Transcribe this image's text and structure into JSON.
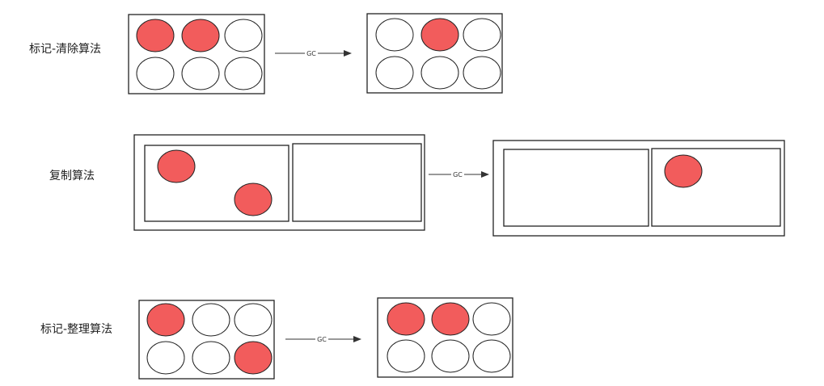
{
  "colors": {
    "live": "#f25c5c",
    "empty": "#ffffff",
    "stroke": "#222222",
    "arrow": "#333333"
  },
  "rows": [
    {
      "label": "标记-清除算法",
      "arrow_label": "GC",
      "before": {
        "kind": "grid",
        "cells": [
          true,
          true,
          false,
          false,
          false,
          false
        ]
      },
      "after": {
        "kind": "grid",
        "cells": [
          false,
          true,
          false,
          false,
          false,
          false
        ]
      }
    },
    {
      "label": "复制算法",
      "arrow_label": "GC",
      "before": {
        "kind": "copy",
        "left_live": 2,
        "right_live": 0
      },
      "after": {
        "kind": "copy",
        "left_live": 0,
        "right_live": 1
      }
    },
    {
      "label": "标记-整理算法",
      "arrow_label": "GC",
      "before": {
        "kind": "grid",
        "cells": [
          true,
          false,
          false,
          false,
          false,
          true
        ]
      },
      "after": {
        "kind": "grid",
        "cells": [
          true,
          true,
          false,
          false,
          false,
          false
        ]
      }
    }
  ]
}
